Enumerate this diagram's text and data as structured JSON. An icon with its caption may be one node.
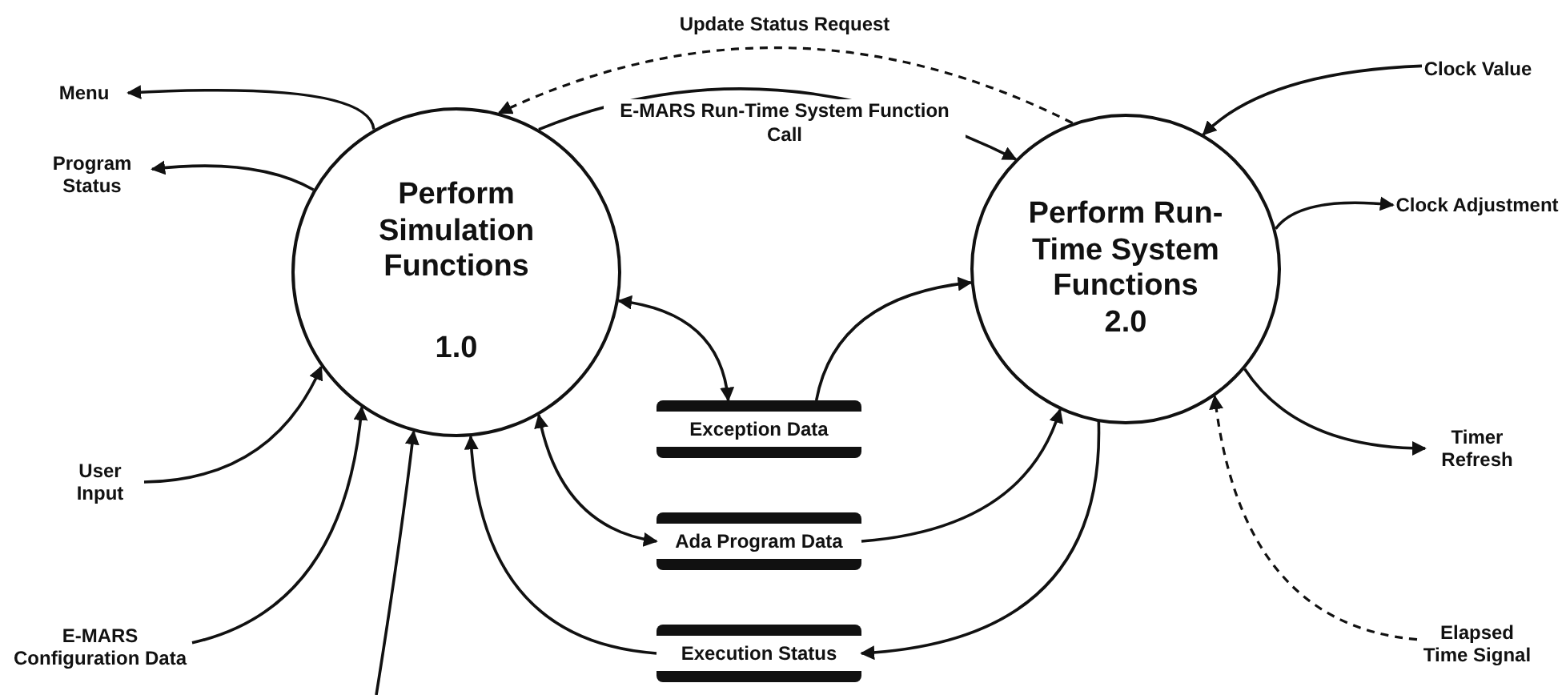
{
  "diagram": {
    "nodes": [
      {
        "text": [
          "Menu"
        ]
      },
      {
        "text": [
          "Program Status"
        ]
      },
      {
        "text": [
          "User Input"
        ]
      },
      {
        "text": [
          "E-MARS Configuration Data"
        ]
      },
      {
        "text": [
          "Perform Simulation Functions",
          "1.0"
        ]
      },
      {
        "text": [
          "Perform Run-Time System Functions",
          "2.0"
        ]
      },
      {
        "text": [
          "Exception Data"
        ]
      },
      {
        "text": [
          "Ada Program Data"
        ]
      },
      {
        "text": [
          "Execution Status"
        ]
      },
      {
        "text": [
          "Clock Value"
        ]
      },
      {
        "text": [
          "Clock Adjustment"
        ]
      },
      {
        "text": [
          "Timer Refresh"
        ]
      },
      {
        "text": [
          "Elapsed Time Signal"
        ]
      }
    ],
    "edges": [
      {
        "from": 4,
        "to": 0,
        "arrow": "to"
      },
      {
        "from": 4,
        "to": 1,
        "arrow": "to"
      },
      {
        "from": 2,
        "to": 4,
        "arrow": "to"
      },
      {
        "from": 3,
        "to": 4,
        "arrow": "to"
      },
      {
        "from": null,
        "to": 4,
        "arrow": "to"
      },
      {
        "from": 5,
        "to": 4,
        "arrow": "to",
        "label": "Update Status Request",
        "style": "dashed"
      },
      {
        "from": 4,
        "to": 5,
        "arrow": "to",
        "label": "E-MARS Run-Time System Function Call"
      },
      {
        "from": 4,
        "to": 6,
        "arrow": "both"
      },
      {
        "from": 6,
        "to": 5,
        "arrow": "to"
      },
      {
        "from": 4,
        "to": 7,
        "arrow": "both"
      },
      {
        "from": 7,
        "to": 5,
        "arrow": "to"
      },
      {
        "from": 8,
        "to": 4,
        "arrow": "to"
      },
      {
        "from": 5,
        "to": 8,
        "arrow": "to"
      },
      {
        "from": 9,
        "to": 5,
        "arrow": "to"
      },
      {
        "from": 5,
        "to": 10,
        "arrow": "to"
      },
      {
        "from": 5,
        "to": 11,
        "arrow": "to"
      },
      {
        "from": 12,
        "to": 5,
        "arrow": "to",
        "style": "dashed"
      }
    ]
  }
}
